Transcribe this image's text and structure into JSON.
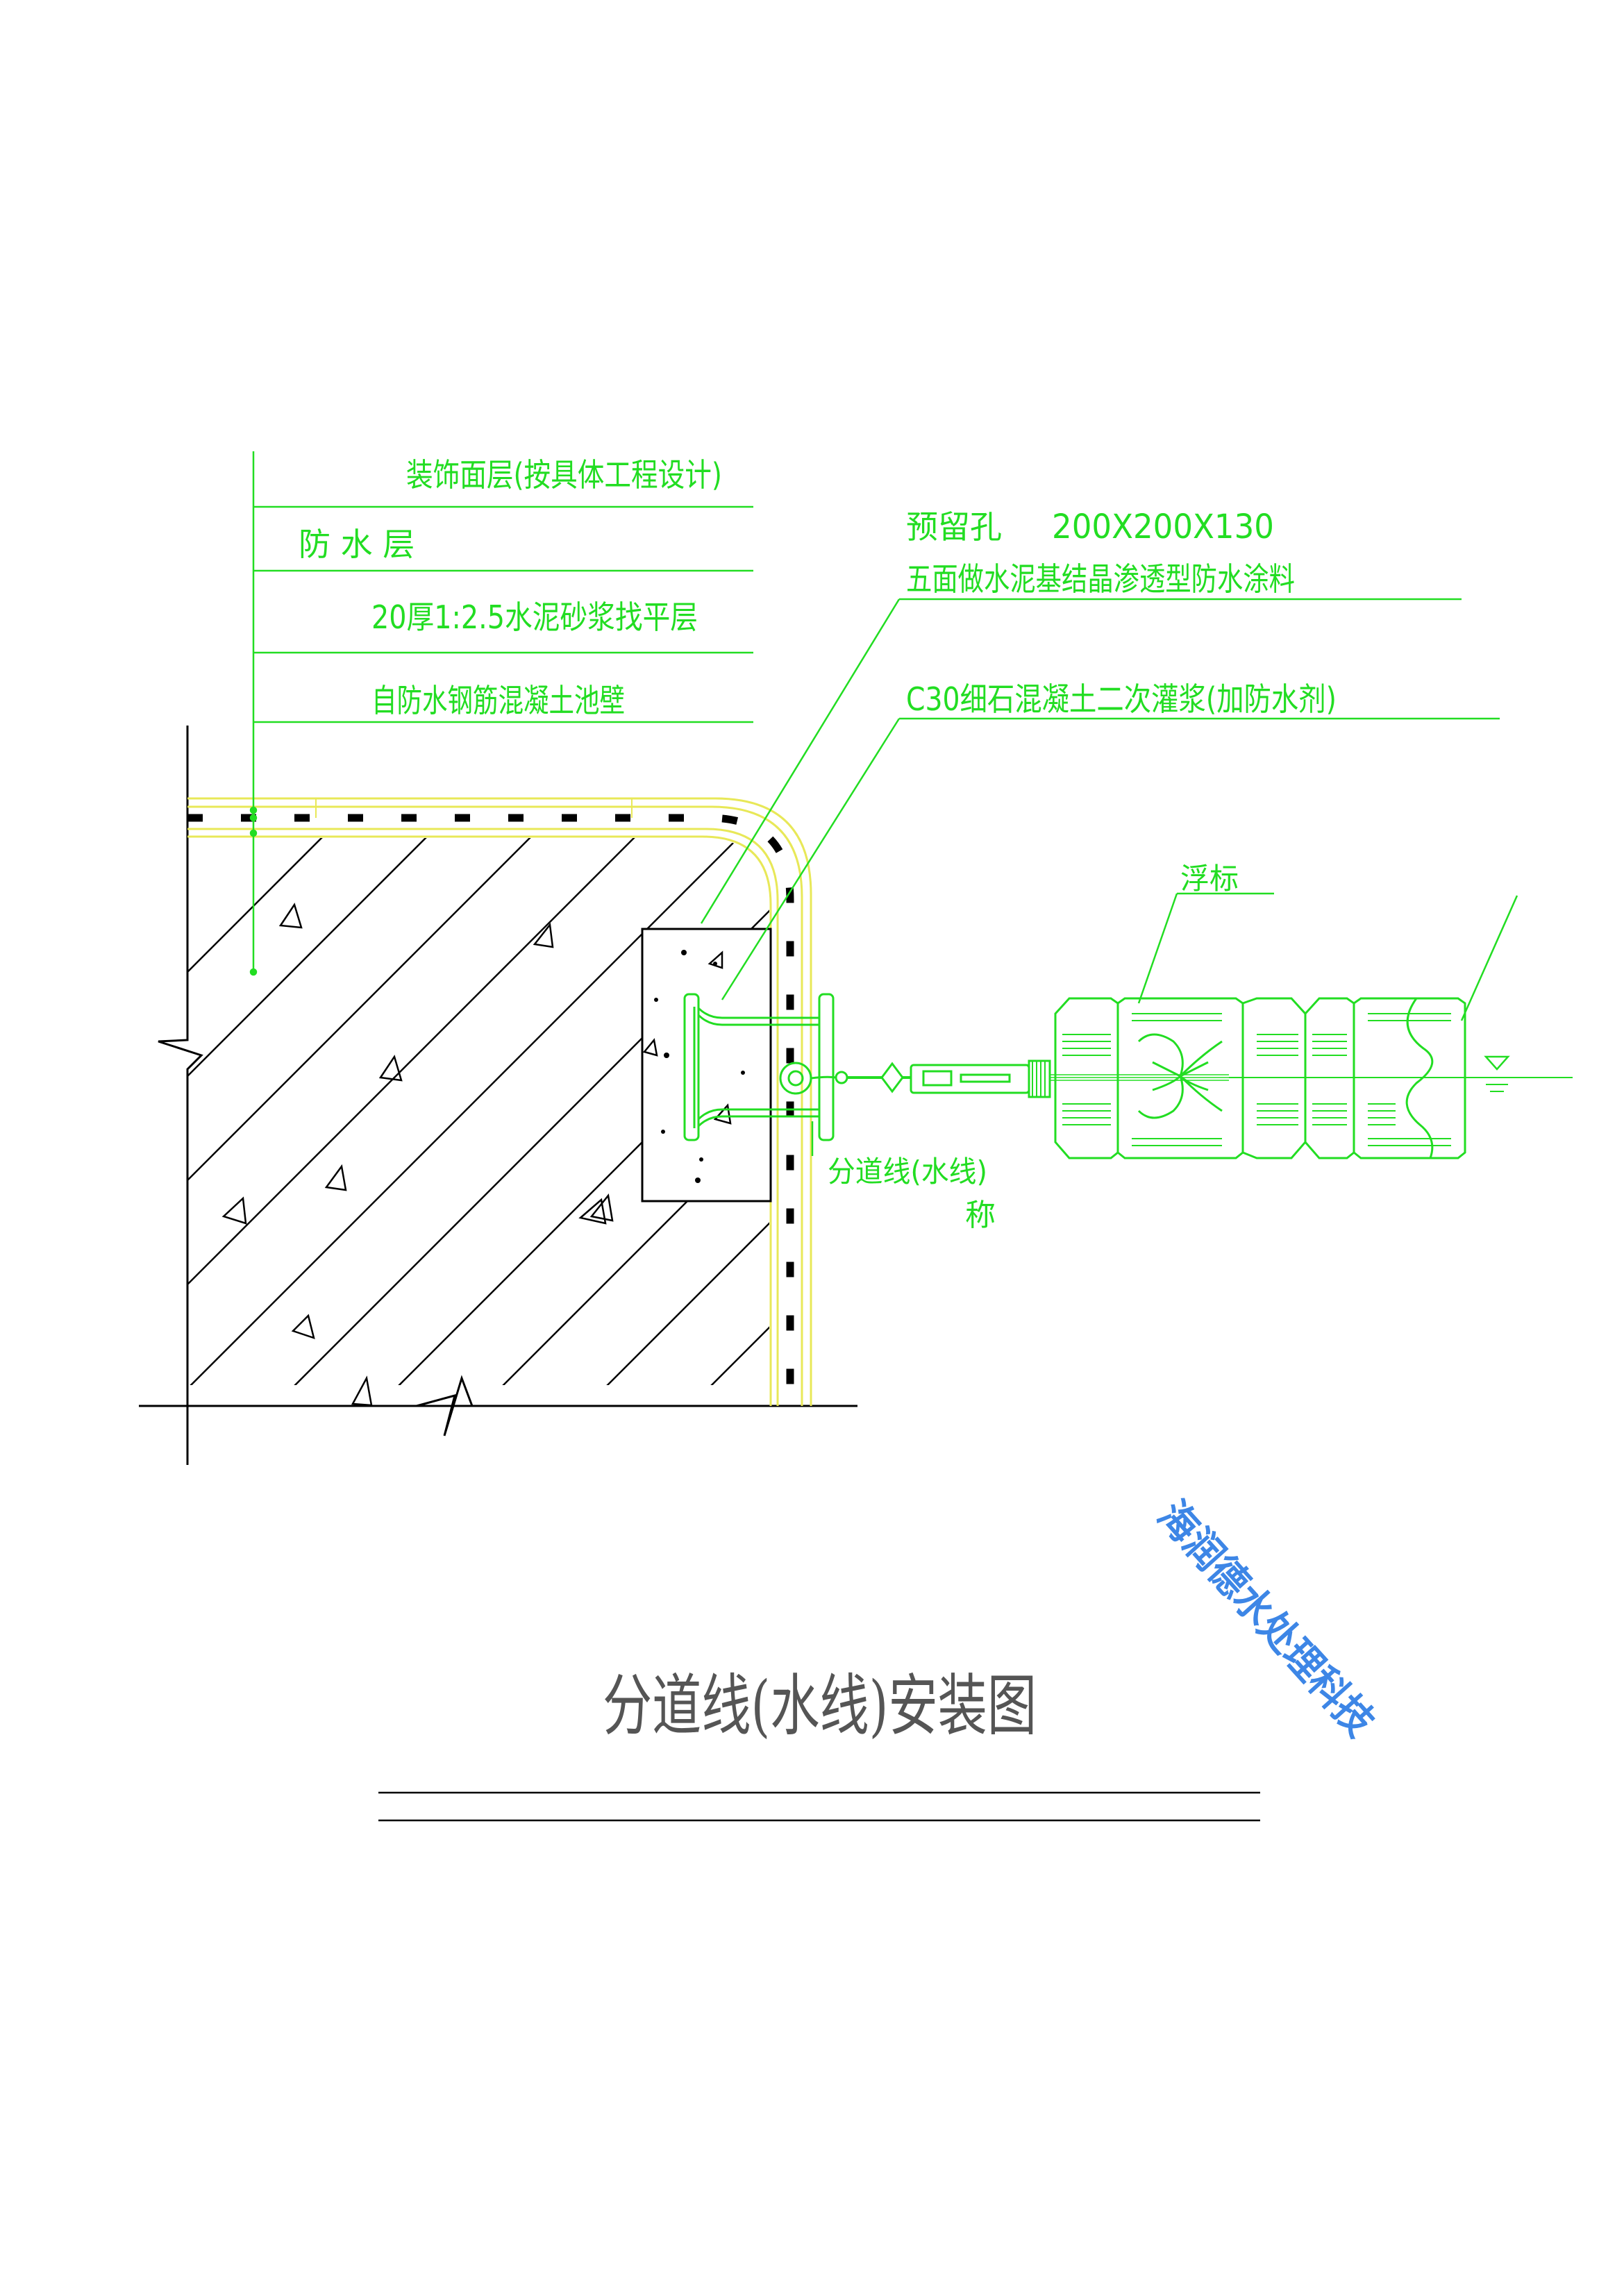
{
  "labels": {
    "finish_layer": "装饰面层(按具体工程设计)",
    "waterproof_layer": "防 水 层",
    "mortar_layer": "20厚1:2.5水泥砂浆找平层",
    "pool_wall": "自防水钢筋混凝土池壁",
    "reserved_hole": "预留孔",
    "reserved_hole_size": "200X200X130",
    "hole_coating": "五面做水泥基结晶渗透型防水涂料",
    "grout": "C30细石混凝土二次灌浆(加防水剂)",
    "float": "浮标",
    "lane_line": "分道线(水线)",
    "lane_line_char": "称"
  },
  "title": "分道线(水线)安装图",
  "watermark": "海润德水处理科技",
  "colors": {
    "leader": "#22dd22",
    "layers": "#e8e858",
    "structure": "#000000",
    "watermark": "#3d86e6",
    "title": "#555555"
  }
}
